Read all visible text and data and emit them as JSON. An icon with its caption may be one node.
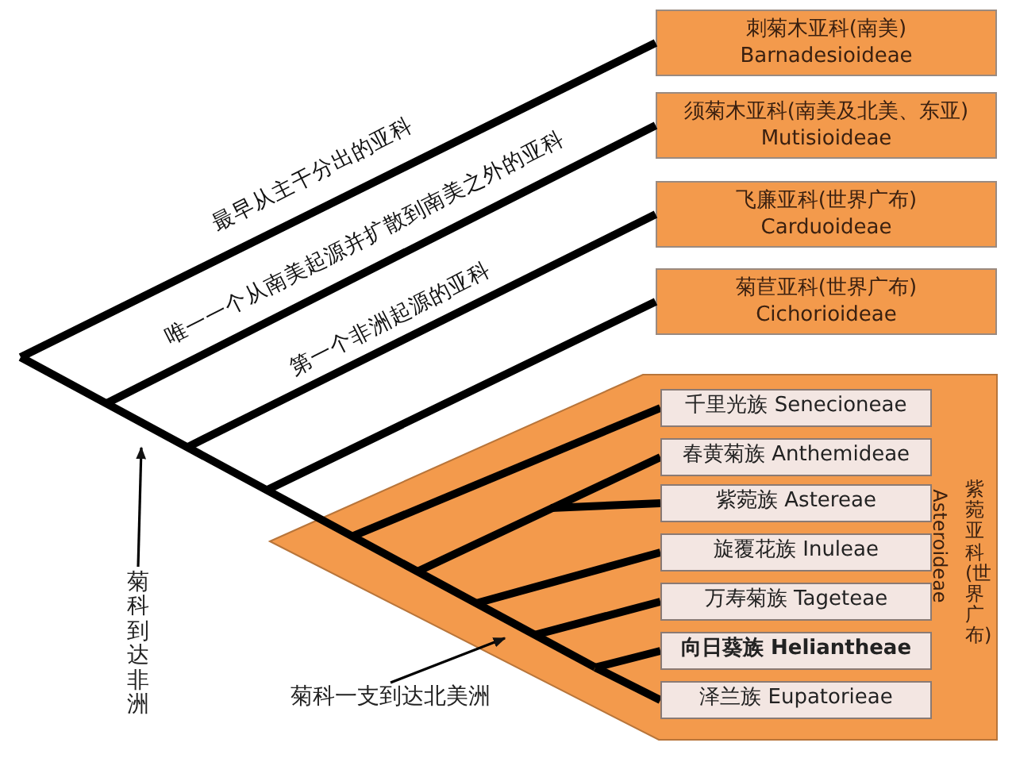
{
  "diagram": {
    "nodes": [
      {
        "text": [
          "刺菊木亚科(南美)",
          "Barnadesioideae"
        ]
      },
      {
        "text": [
          "须菊木亚科(南美及北美、东亚)",
          "Mutisioideae"
        ]
      },
      {
        "text": [
          "飞廉亚科(世界广布)",
          "Carduoideae"
        ]
      },
      {
        "text": [
          "菊苣亚科(世界广布)",
          "Cichorioideae"
        ]
      },
      {
        "text": [
          "紫菀亚科(世界广布)",
          "Asteroideae"
        ]
      },
      {
        "text": [
          "千里光族 Senecioneae"
        ],
        "in": 4
      },
      {
        "text": [
          "春黄菊族 Anthemideae"
        ],
        "in": 4
      },
      {
        "text": [
          "紫菀族 Astereae"
        ],
        "in": 4
      },
      {
        "text": [
          "旋覆花族 Inuleae"
        ],
        "in": 4
      },
      {
        "text": [
          "万寿菊族 Tageteae"
        ],
        "in": 4
      },
      {
        "text": [
          "向日葵族 Heliantheae"
        ],
        "in": 4
      },
      {
        "text": [
          "泽兰族 Eupatorieae"
        ],
        "in": 4
      },
      {
        "text": [
          "菊科到达非洲"
        ]
      },
      {
        "text": [
          "菊科一支到达北美洲"
        ]
      }
    ],
    "edges": [
      {
        "from": null,
        "to": 0,
        "arrow": "none"
      },
      {
        "from": null,
        "to": 1,
        "arrow": "none"
      },
      {
        "from": null,
        "to": 2,
        "arrow": "none"
      },
      {
        "from": null,
        "to": 3,
        "arrow": "none"
      },
      {
        "from": null,
        "to": 5,
        "arrow": "none"
      },
      {
        "from": null,
        "to": 6,
        "arrow": "none"
      },
      {
        "from": null,
        "to": 7,
        "arrow": "none"
      },
      {
        "from": null,
        "to": 8,
        "arrow": "none"
      },
      {
        "from": null,
        "to": 9,
        "arrow": "none"
      },
      {
        "from": null,
        "to": 10,
        "arrow": "none"
      },
      {
        "from": null,
        "to": 11,
        "arrow": "none"
      },
      {
        "from": 12,
        "to": null,
        "arrow": "to"
      },
      {
        "from": 13,
        "to": 4,
        "arrow": "to"
      }
    ],
    "labels": [
      "最早从主干分出的亚科",
      "唯一一个从南美起源并扩散到南美之外的亚科",
      "第一个非洲起源的亚科"
    ]
  }
}
